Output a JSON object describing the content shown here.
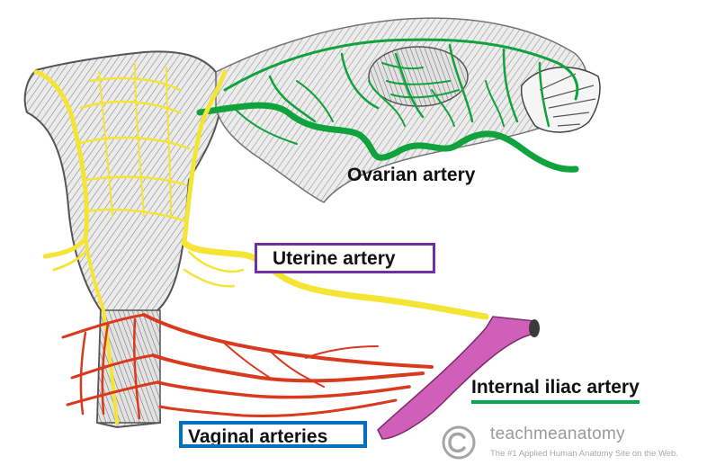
{
  "labels": {
    "ovarian_artery": "Ovarian artery",
    "uterine_artery": "Uterine artery",
    "internal_iliac_artery": "Internal iliac artery",
    "vaginal_arteries": "Vaginal arteries"
  },
  "watermark": {
    "brand": "teachmeanatomy",
    "tagline": "The #1 Applied Human Anatomy Site on the Web.",
    "icon": "copyright-icon"
  },
  "colors": {
    "ovarian_artery": "#10a23c",
    "uterine_artery": "#f4e535",
    "internal_iliac_artery": "#d05fb9",
    "vaginal_arteries": "#d9391c",
    "uterine_label_box": "#7030a0",
    "vaginal_label_box": "#0070c0",
    "iliac_label_underline": "#00a650"
  }
}
